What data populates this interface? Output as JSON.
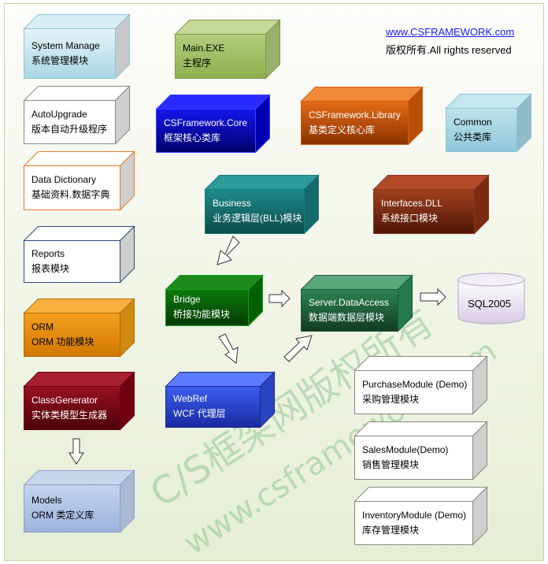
{
  "header": {
    "link": "www.CSFRAMEWORK.com",
    "rights": "版权所有.All rights reserved"
  },
  "watermark": {
    "line1": "C/S框架网版权所有",
    "line2": "www.csframework.com"
  },
  "boxes": {
    "system_manage": {
      "l1": "System Manage",
      "l2": "系统管理模块",
      "top": "#d8eef5",
      "f1": "#e6f4f8",
      "f2": "#a9d6e3",
      "side": "#c9c9c9",
      "border": "#8cc4d6",
      "text": "#000"
    },
    "main_exe": {
      "l1": "Main.EXE",
      "l2": "主程序",
      "top": "#c6d99a",
      "f1": "#b4cc7e",
      "f2": "#8fb04e",
      "side": "#9aae6e",
      "border": "#7f9a46",
      "text": "#000"
    },
    "auto_upgrade": {
      "l1": "AutoUpgrade",
      "l2": "版本自动升级程序",
      "top": "#ffffff",
      "f1": "#ffffff",
      "f2": "#ffffff",
      "side": "#cfcfcf",
      "border": "#888888",
      "text": "#000"
    },
    "cs_core": {
      "l1": "CSFramework.Core",
      "l2": "框架核心类库",
      "top": "#2a2aff",
      "f1": "#1515ee",
      "f2": "#00006a",
      "side": "#0000b0",
      "border": "#3344ff",
      "text": "#fff"
    },
    "cs_library": {
      "l1": "CSFramework.Library",
      "l2": "基类定义核心库",
      "top": "#f08a3a",
      "f1": "#e56a16",
      "f2": "#8a3300",
      "side": "#b84e08",
      "border": "#d0600e",
      "text": "#fff"
    },
    "common": {
      "l1": "Common",
      "l2": "公共类库",
      "top": "#c7e6ee",
      "f1": "#c0e2ec",
      "f2": "#8fc8da",
      "side": "#8fbcc9",
      "border": "#8cc4d6",
      "text": "#000"
    },
    "data_dictionary": {
      "l1": "Data Dictionary",
      "l2": "基础资料.数据字典",
      "top": "#ffffff",
      "f1": "#ffffff",
      "f2": "#ffffff",
      "side": "#cfcfcf",
      "border": "#f07a20",
      "text": "#000"
    },
    "business": {
      "l1": "Business",
      "l2": "业务逻辑层(BLL)模块",
      "top": "#2f9a9a",
      "f1": "#1f8a8a",
      "f2": "#0c4c4c",
      "side": "#146a6a",
      "border": "#1a7a7a",
      "text": "#fff"
    },
    "interfaces": {
      "l1": "Interfaces.DLL",
      "l2": "系统接口模块",
      "top": "#b24a2a",
      "f1": "#a0401e",
      "f2": "#4e1606",
      "side": "#7a2a10",
      "border": "#8a3418",
      "text": "#fff"
    },
    "reports": {
      "l1": "Reports",
      "l2": "报表模块",
      "top": "#ffffff",
      "f1": "#ffffff",
      "f2": "#ffffff",
      "side": "#cfcfcf",
      "border": "#2a4a7a",
      "text": "#000"
    },
    "bridge": {
      "l1": "Bridge",
      "l2": "桥接功能模块",
      "top": "#1e8a1e",
      "f1": "#0d7a0d",
      "f2": "#023a02",
      "side": "#056005",
      "border": "#16a016",
      "text": "#fff"
    },
    "server_da": {
      "l1": "Server.DataAccess",
      "l2": "数据端数据层模块",
      "top": "#58a87c",
      "f1": "#2e8456",
      "f2": "#123a24",
      "side": "#247a4c",
      "border": "#1c5a36",
      "text": "#fff"
    },
    "orm": {
      "l1": "ORM",
      "l2": "ORM 功能模块",
      "top": "#f8b040",
      "f1": "#f5a020",
      "f2": "#d07800",
      "side": "#d08a10",
      "border": "#b06a00",
      "text": "#000"
    },
    "class_gen": {
      "l1": "ClassGenerator",
      "l2": "实体类模型生成器",
      "top": "#a82030",
      "f1": "#9a1020",
      "f2": "#4a0008",
      "side": "#700010",
      "border": "#6a0010",
      "text": "#fff"
    },
    "webref": {
      "l1": "WebRef",
      "l2": "WCF 代理层",
      "top": "#5a7aff",
      "f1": "#3a5ef0",
      "f2": "#1a2aa0",
      "side": "#2a44c0",
      "border": "#1a2a8a",
      "text": "#fff"
    },
    "purchase": {
      "l1": "PurchaseModule (Demo)",
      "l2": "采购管理模块",
      "top": "#ffffff",
      "f1": "#ffffff",
      "f2": "#ffffff",
      "side": "#cfcfcf",
      "border": "#888888",
      "text": "#000"
    },
    "sales": {
      "l1": "SalesModule(Demo)",
      "l2": "销售管理模块",
      "top": "#ffffff",
      "f1": "#ffffff",
      "f2": "#ffffff",
      "side": "#cfcfcf",
      "border": "#888888",
      "text": "#000"
    },
    "inventory": {
      "l1": "InventoryModule (Demo)",
      "l2": "库存管理模块",
      "top": "#ffffff",
      "f1": "#ffffff",
      "f2": "#ffffff",
      "side": "#cfcfcf",
      "border": "#888888",
      "text": "#000"
    },
    "models": {
      "l1": "Models",
      "l2": "ORM 类定义库",
      "top": "#c8d6ec",
      "f1": "#c4d4ee",
      "f2": "#9db4dc",
      "side": "#a9b9d2",
      "border": "#8aa0c8",
      "text": "#000"
    }
  },
  "database": {
    "label": "SQL2005",
    "color": "#d9cce6"
  }
}
